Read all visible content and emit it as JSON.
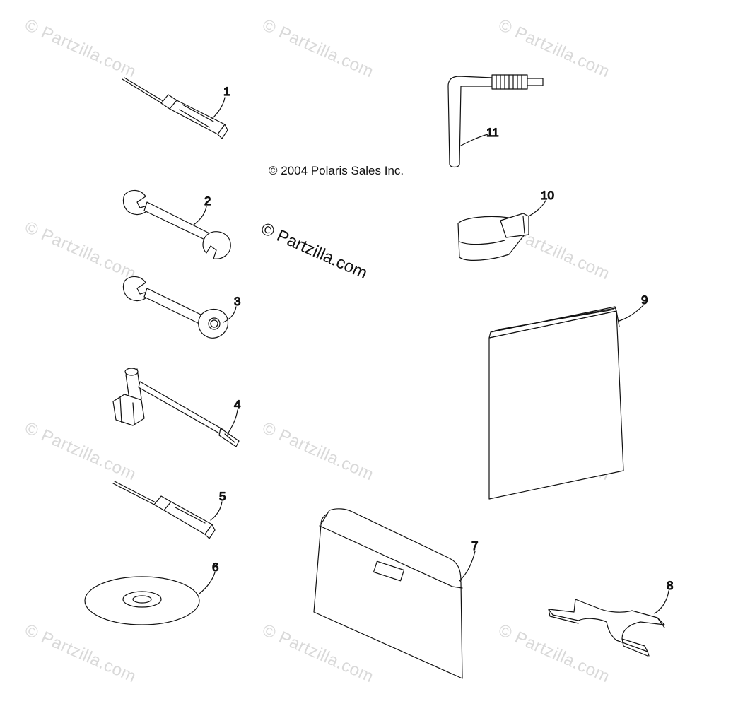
{
  "diagram": {
    "copyright": "© 2004 Polaris Sales Inc.",
    "watermark": "© Partzilla.com",
    "watermark_faint": "© Partzilla.com",
    "callouts": {
      "c1": "1",
      "c2": "2",
      "c3": "3",
      "c4": "4",
      "c5": "5",
      "c6": "6",
      "c7": "7",
      "c8": "8",
      "c9": "9",
      "c10": "10",
      "c11": "11"
    }
  }
}
